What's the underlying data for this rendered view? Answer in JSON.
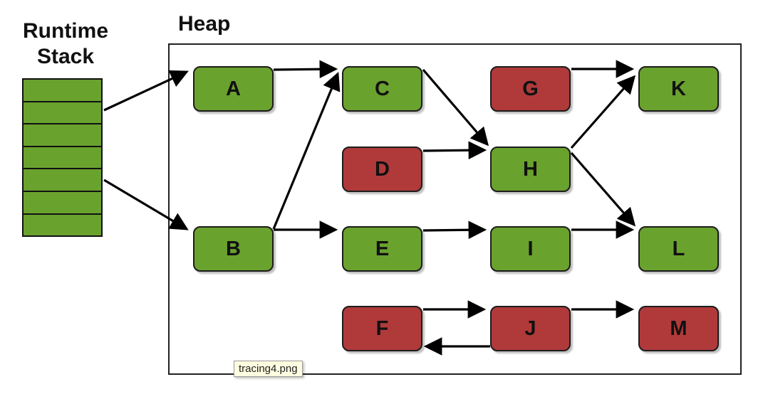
{
  "labels": {
    "stack_title": "Runtime\nStack",
    "heap_title": "Heap"
  },
  "tooltip": "tracing4.png",
  "colors": {
    "live": "#6aa22e",
    "dead": "#b03a3a",
    "line": "#000000"
  },
  "stack_slots": 7,
  "nodes": [
    {
      "id": "A",
      "label": "A",
      "status": "live"
    },
    {
      "id": "B",
      "label": "B",
      "status": "live"
    },
    {
      "id": "C",
      "label": "C",
      "status": "live"
    },
    {
      "id": "D",
      "label": "D",
      "status": "dead"
    },
    {
      "id": "E",
      "label": "E",
      "status": "live"
    },
    {
      "id": "F",
      "label": "F",
      "status": "dead"
    },
    {
      "id": "G",
      "label": "G",
      "status": "dead"
    },
    {
      "id": "H",
      "label": "H",
      "status": "live"
    },
    {
      "id": "I",
      "label": "I",
      "status": "live"
    },
    {
      "id": "J",
      "label": "J",
      "status": "dead"
    },
    {
      "id": "K",
      "label": "K",
      "status": "live"
    },
    {
      "id": "L",
      "label": "L",
      "status": "live"
    },
    {
      "id": "M",
      "label": "M",
      "status": "dead"
    }
  ],
  "edges": [
    {
      "from": "stack",
      "to": "A"
    },
    {
      "from": "stack",
      "to": "B"
    },
    {
      "from": "A",
      "to": "C"
    },
    {
      "from": "B",
      "to": "C"
    },
    {
      "from": "B",
      "to": "E"
    },
    {
      "from": "C",
      "to": "H"
    },
    {
      "from": "D",
      "to": "H"
    },
    {
      "from": "G",
      "to": "K"
    },
    {
      "from": "H",
      "to": "K"
    },
    {
      "from": "H",
      "to": "L"
    },
    {
      "from": "E",
      "to": "I"
    },
    {
      "from": "I",
      "to": "L"
    },
    {
      "from": "F",
      "to": "J"
    },
    {
      "from": "J",
      "to": "F"
    },
    {
      "from": "J",
      "to": "M"
    }
  ]
}
